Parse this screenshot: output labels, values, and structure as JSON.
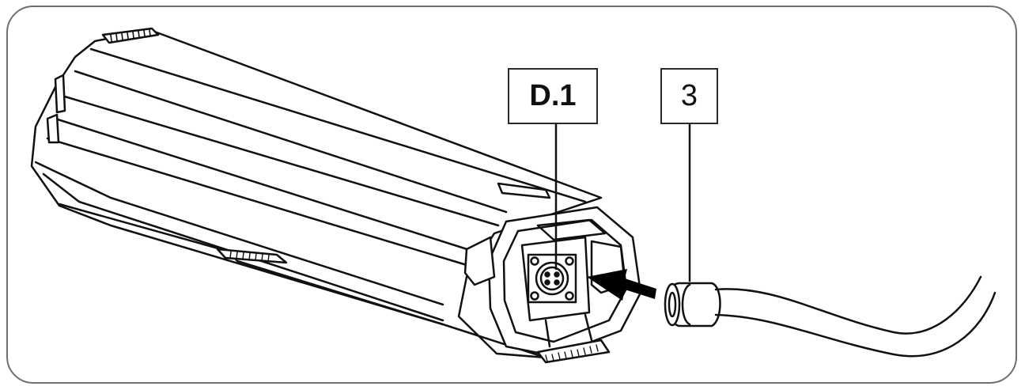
{
  "figure": {
    "callouts": [
      {
        "id": "d1",
        "label": "D.1"
      },
      {
        "id": "three",
        "label": "3"
      }
    ],
    "colors": {
      "stroke": "#111111",
      "frame": "#6f6f6f",
      "arrow": "#000000"
    }
  }
}
